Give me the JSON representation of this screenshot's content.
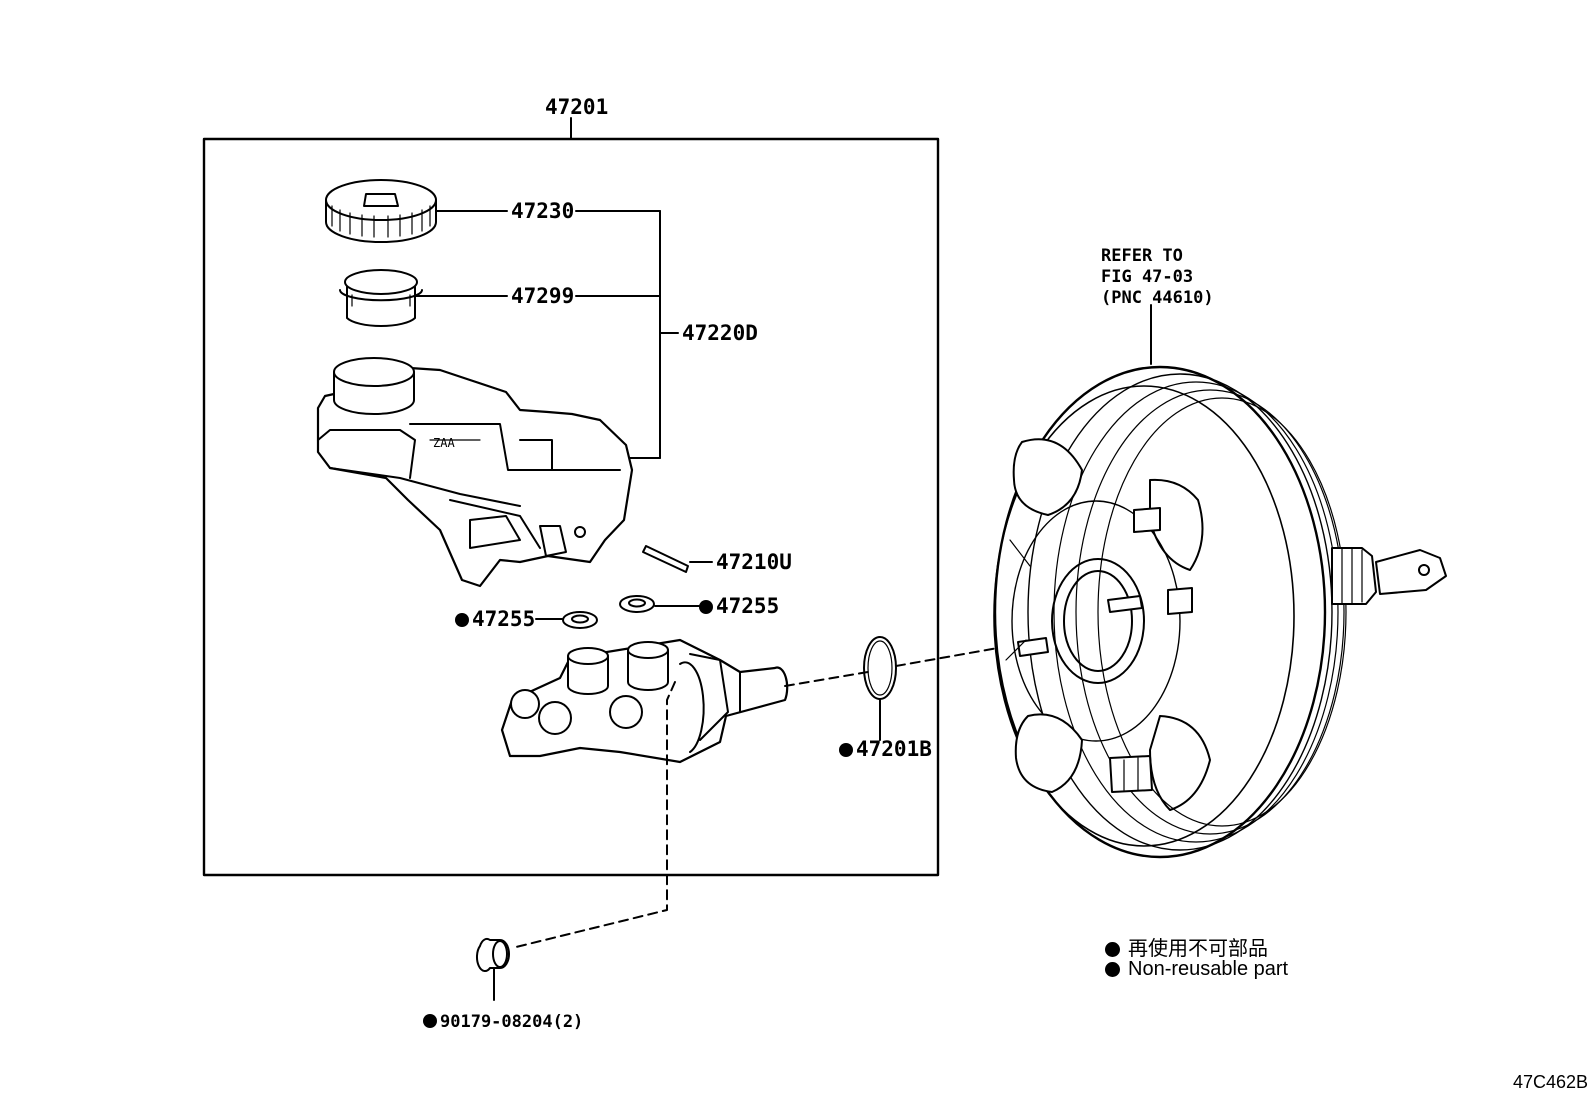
{
  "labels": {
    "assembly": "47201",
    "cap": "47230",
    "strainer": "47299",
    "reservoir_set": "47220D",
    "pin": "47210U",
    "grommet_left": "47255",
    "grommet_right": "47255",
    "oring": "47201B",
    "plug": "90179-08204(2)",
    "reservoir_mark": "ZAA"
  },
  "refer": {
    "line1": "REFER TO",
    "line2": "FIG 47-03",
    "line3": "(PNC 44610)"
  },
  "legend": {
    "jp": "再使用不可部品",
    "en": "Non-reusable part"
  },
  "figure_code": "47C462B"
}
